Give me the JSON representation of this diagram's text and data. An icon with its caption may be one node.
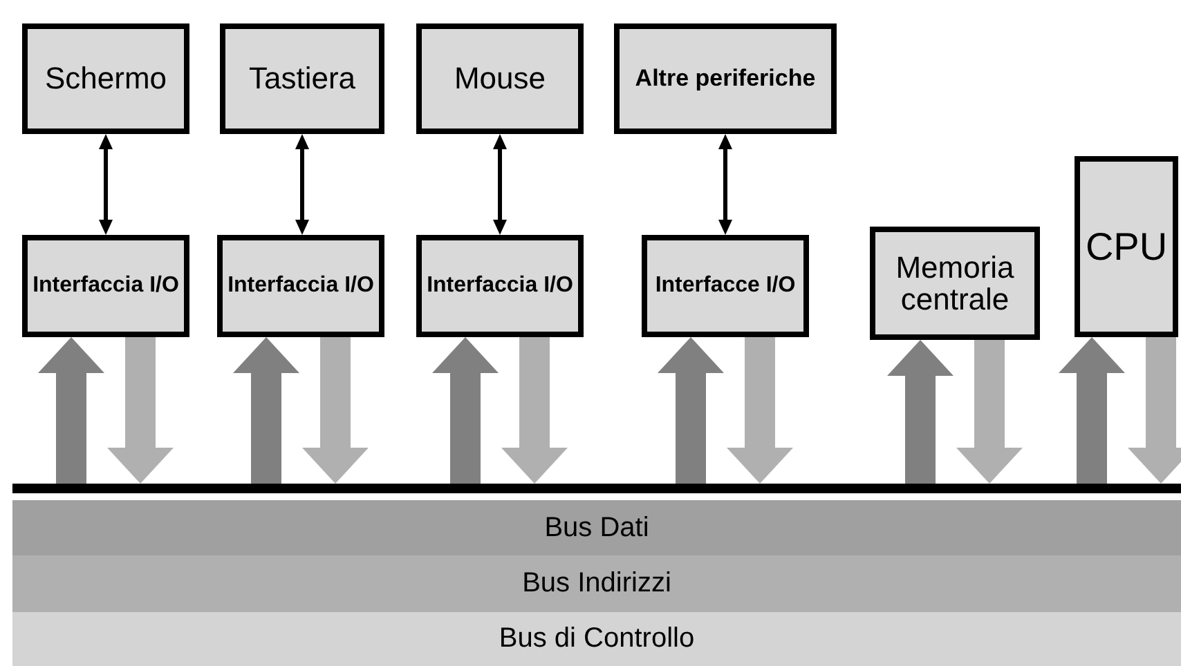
{
  "diagram": {
    "nodes": [
      {
        "text": [
          "Schermo"
        ]
      },
      {
        "text": [
          "Tastiera"
        ]
      },
      {
        "text": [
          "Mouse"
        ]
      },
      {
        "text": [
          "Altre periferiche"
        ]
      },
      {
        "text": [
          "Interfaccia I/O"
        ]
      },
      {
        "text": [
          "Interfaccia I/O"
        ]
      },
      {
        "text": [
          "Interfaccia I/O"
        ]
      },
      {
        "text": [
          "Interfacce I/O"
        ]
      },
      {
        "text": [
          "Memoria centrale"
        ]
      },
      {
        "text": [
          "CPU"
        ]
      },
      {
        "text": [],
        "shape": "bar"
      },
      {
        "text": [
          "Bus Dati"
        ]
      },
      {
        "text": [
          "Bus Indirizzi"
        ]
      },
      {
        "text": [
          "Bus di Controllo"
        ]
      }
    ],
    "edges": [
      {
        "from": 0,
        "to": 4,
        "arrow": "both",
        "color": "#000000"
      },
      {
        "from": 1,
        "to": 5,
        "arrow": "both",
        "color": "#000000"
      },
      {
        "from": 2,
        "to": 6,
        "arrow": "both",
        "color": "#000000"
      },
      {
        "from": 3,
        "to": 7,
        "arrow": "both",
        "color": "#000000"
      },
      {
        "from": 10,
        "to": 4,
        "arrow": "to",
        "color": "#808080"
      },
      {
        "from": 4,
        "to": 10,
        "arrow": "to",
        "color": "#b0b0b0"
      },
      {
        "from": 10,
        "to": 5,
        "arrow": "to",
        "color": "#808080"
      },
      {
        "from": 5,
        "to": 10,
        "arrow": "to",
        "color": "#b0b0b0"
      },
      {
        "from": 10,
        "to": 6,
        "arrow": "to",
        "color": "#808080"
      },
      {
        "from": 6,
        "to": 10,
        "arrow": "to",
        "color": "#b0b0b0"
      },
      {
        "from": 10,
        "to": 7,
        "arrow": "to",
        "color": "#808080"
      },
      {
        "from": 7,
        "to": 10,
        "arrow": "to",
        "color": "#b0b0b0"
      },
      {
        "from": 10,
        "to": 8,
        "arrow": "to",
        "color": "#808080"
      },
      {
        "from": 8,
        "to": 10,
        "arrow": "to",
        "color": "#b0b0b0"
      },
      {
        "from": 10,
        "to": 9,
        "arrow": "to",
        "color": "#808080"
      },
      {
        "from": 9,
        "to": 10,
        "arrow": "to",
        "color": "#b0b0b0"
      }
    ]
  }
}
